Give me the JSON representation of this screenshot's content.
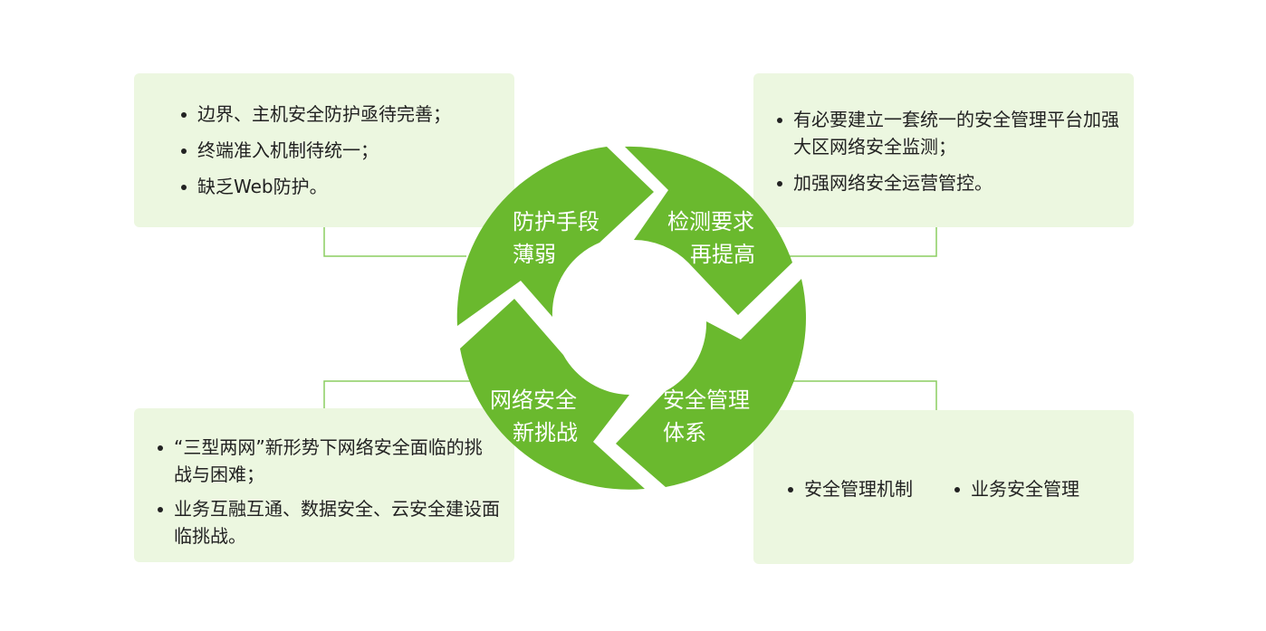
{
  "colors": {
    "ring": "#6ab92e",
    "box_bg": "#ecf7e0",
    "connector": "#8ccd60"
  },
  "segments": [
    {
      "name": "protection",
      "line1": "防护手段",
      "line2": "薄弱"
    },
    {
      "name": "detection",
      "line1": "检测要求",
      "line2": "再提高"
    },
    {
      "name": "management",
      "line1": "安全管理",
      "line2": "体系"
    },
    {
      "name": "challenge",
      "line1": "网络安全",
      "line2": "新挑战"
    }
  ],
  "boxes": {
    "top_left": {
      "items": [
        "边界、主机安全防护亟待完善；",
        "终端准入机制待统一；",
        "缺乏Web防护。"
      ]
    },
    "top_right": {
      "items": [
        "有必要建立一套统一的安全管理平台加强大区网络安全监测；",
        "加强网络安全运营管控。"
      ]
    },
    "bottom_left": {
      "items": [
        "“三型两网”新形势下网络安全面临的挑战与困难；",
        "业务互融互通、数据安全、云安全建设面临挑战。"
      ]
    },
    "bottom_right": {
      "items": [
        "安全管理机制",
        "业务安全管理"
      ]
    }
  }
}
